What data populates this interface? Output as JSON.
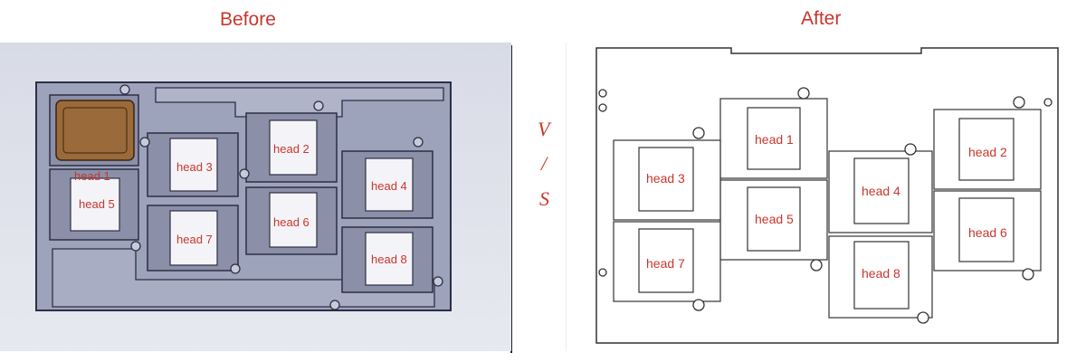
{
  "titles": {
    "before": "Before",
    "after": "After"
  },
  "vs": {
    "v": "V",
    "slash": "/",
    "s": "S"
  },
  "labels": {
    "head1": "head 1",
    "head2": "head 2",
    "head3": "head 3",
    "head4": "head 4",
    "head5": "head 5",
    "head6": "head 6",
    "head7": "head 7",
    "head8": "head 8"
  },
  "colors": {
    "label": "#c8362c",
    "before_plate": "#9ea3bc",
    "before_highlight": "#9b6a3a",
    "after_line": "#333333"
  }
}
